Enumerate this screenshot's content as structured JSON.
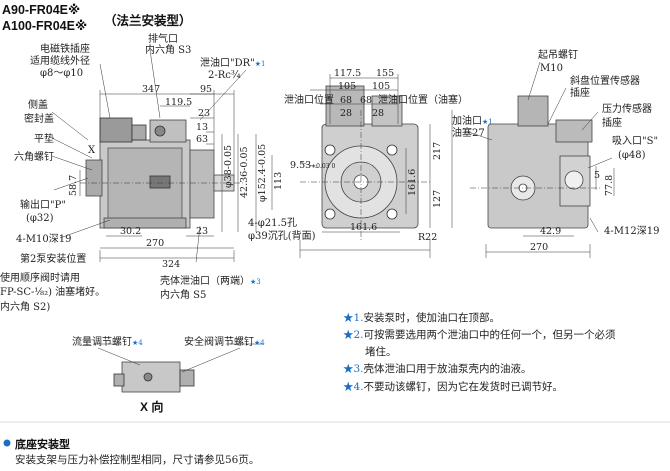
{
  "header": {
    "model1": "A90-FR04E※",
    "model2": "A100-FR04E※",
    "mount_type": "（法兰安装型）"
  },
  "labels": {
    "exhaust": "排气口",
    "hex_s3": "内六角 S3",
    "solenoid_socket": "电磁铁插座",
    "cable_dia": "适用缆线外径",
    "cable_range": "φ8～φ10",
    "drain_dr": "泄油口\"DR\"",
    "drain_dr_star": "★1",
    "rc": "2-Rc¾",
    "lifting_bolt": "起吊螺钉",
    "m10": "M10",
    "swash_sensor": "斜盘位置传感器",
    "socket1": "插座",
    "pressure_sensor": "压力传感器",
    "socket2": "插座",
    "side_cover": "侧盖",
    "seal_cover": "密封盖",
    "flat_pad": "平垫",
    "hex_bolt": "六角螺钉",
    "x_mark": "X",
    "outlet_p": "输出口\"P\"",
    "outlet_dia": "(φ32)",
    "m10_deep": "4-M10深19",
    "second_pump": "第2泵安装位置",
    "seq_valve1": "使用顺序阀时请用",
    "seq_valve2": "FP-SC-⅛₂) 油塞堵好。",
    "hex_s2": "内六角 S2)",
    "case_drain": "壳体泄油口（两端）",
    "case_drain_star": "★3",
    "hex_s5": "内六角 S5",
    "drain_pos": "泄油口位置",
    "drain_pos_plug": "泄油口位置（油塞）",
    "fill_port": "加油口",
    "fill_star": "★1",
    "plug27": "油塞27",
    "inlet_s": "吸入口\"S\"",
    "inlet_dia": "(φ48)",
    "m12_deep": "4-M12深19",
    "holes": "4-φ21.5孔",
    "counterbore": "φ39沉孔(背面)",
    "flow_screw": "流量调节螺钉",
    "flow_star": "★4",
    "relief_screw": "安全阀调节螺钉",
    "relief_star": "★4",
    "x_view": "X 向"
  },
  "dims": {
    "d347": "347",
    "d95": "95",
    "d1195": "119.5",
    "d23a": "23",
    "d13": "13",
    "d63": "63",
    "d38": "φ38-0.05",
    "d4236": "42.36-0.05",
    "d1524": "φ152.4-0.05",
    "d113": "113",
    "d587": "58.7",
    "d302": "30.2",
    "d23b": "23",
    "d270a": "270",
    "d324": "324",
    "d1175": "117.5",
    "d155": "155",
    "d105a": "105",
    "d105b": "105",
    "d68a": "68",
    "d68b": "68",
    "d28a": "28",
    "d28b": "28",
    "d953": "9.53",
    "d953_tol": "+0.03 0",
    "d1616a": "161.6",
    "d1616b": "161.6",
    "d217": "217",
    "d127": "127",
    "r22": "R22",
    "d5": "5",
    "d778": "77.8",
    "d429": "42.9",
    "d270b": "270"
  },
  "notes": [
    {
      "star": "★1.",
      "text": "安装泵时，使加油口在顶部。"
    },
    {
      "star": "★2.",
      "text": "可按需要选用两个泄油口中的任何一个，但另一个必须"
    },
    {
      "star": "",
      "text": "堵住。"
    },
    {
      "star": "★3.",
      "text": "壳体泄油口用于放油泵壳内的油液。"
    },
    {
      "star": "★4.",
      "text": "不要动该螺钉，因为它在发货时已调节好。"
    }
  ],
  "footer": {
    "title": "底座安装型",
    "text": "安装支架与压力补偿控制型相同，尺寸请参见56页。"
  },
  "colors": {
    "accent": "#1b6fc2",
    "ink": "#222222"
  }
}
